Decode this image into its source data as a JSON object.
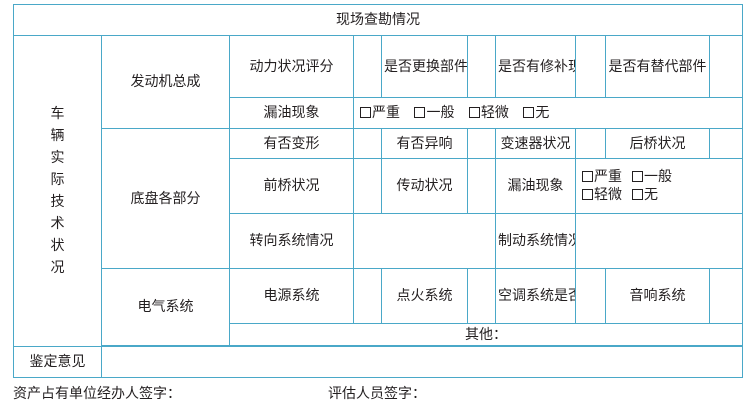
{
  "title": "现场查勘情况",
  "vehicle_status_label": "车辆实际技术状况",
  "engine": {
    "group_label": "发动机总成",
    "power_rating_label": "动力状况评分",
    "replace_parts_label": "是否更换部件",
    "repair_label": "是否有修补现象",
    "substitute_parts_label": "是否有替代部件",
    "oil_leak_label": "漏油现象",
    "oil_leak_options": [
      "严重",
      "一般",
      "轻微",
      "无"
    ]
  },
  "chassis": {
    "group_label": "底盘各部分",
    "deformation_label": "有否变形",
    "noise_label": "有否异响",
    "transmission_label": "变速器状况",
    "rear_axle_label": "后桥状况",
    "front_axle_label": "前桥状况",
    "drivetrain_label": "传动状况",
    "oil_leak_label": "漏油现象",
    "oil_leak_options": [
      "严重",
      "一般",
      "轻微",
      "无"
    ],
    "steering_label": "转向系统情况",
    "brake_label": "制动系统情况"
  },
  "electrical": {
    "group_label": "电气系统",
    "power_label": "电源系统",
    "ignition_label": "点火系统",
    "ac_label": "空调系统是否有效",
    "audio_label": "音响系统"
  },
  "other_label": "其他：",
  "appraisal_label": "鉴定意见",
  "signatures": {
    "owner_agent": "资产占有单位经办人签字：",
    "appraiser": "评估人员签字："
  }
}
